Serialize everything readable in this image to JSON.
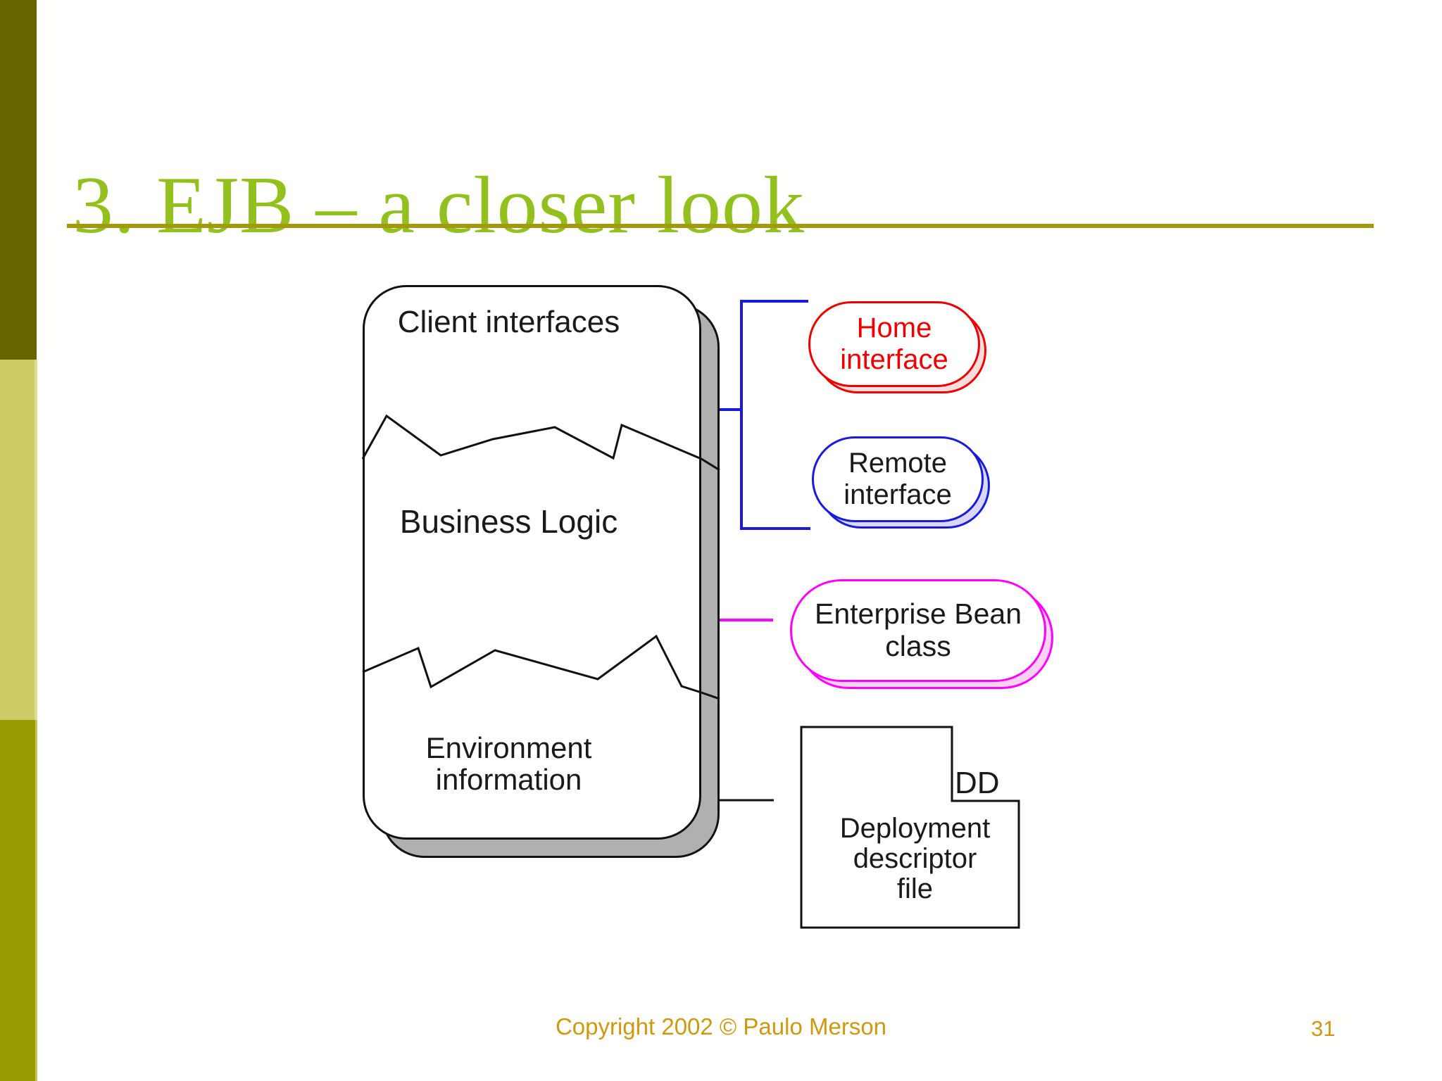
{
  "title": "3. EJB – a closer look",
  "footer": {
    "copyright": "Copyright 2002 © Paulo Merson",
    "page_number": "31"
  },
  "diagram": {
    "bean_box": {
      "client": "Client interfaces",
      "business": "Business Logic",
      "environment": [
        "Environment",
        "information"
      ]
    },
    "home_interface": [
      "Home",
      "interface"
    ],
    "remote_interface": [
      "Remote",
      "interface"
    ],
    "enterprise_bean": [
      "Enterprise Bean",
      "class"
    ],
    "dd": {
      "badge": "DD",
      "label": [
        "Deployment",
        "descriptor",
        "file"
      ]
    },
    "colors": {
      "home_red": "#ee0000",
      "remote_blue": "#1a1ad9",
      "bean_magenta": "#ff00ff",
      "box_shadow_gray": "#b0b0b0",
      "line_black": "#111111"
    }
  },
  "theme": {
    "title_green": "#92c01f",
    "rule_olive": "#a2990e",
    "sidebar_top": "#666600",
    "sidebar_middle": "#cccc66",
    "sidebar_bottom": "#999900",
    "footer_gold": "#cc9912"
  }
}
